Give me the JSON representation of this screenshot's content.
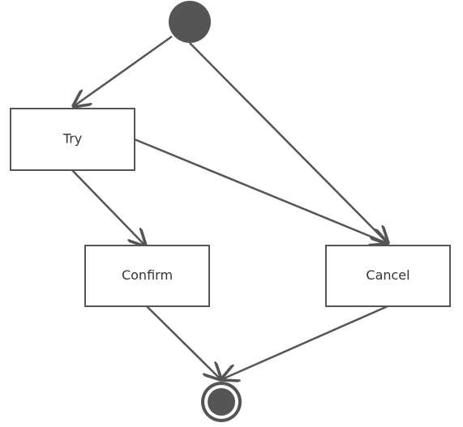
{
  "diagram": {
    "nodes": {
      "start": {
        "kind": "initial"
      },
      "try": {
        "kind": "action",
        "label": "Try"
      },
      "confirm": {
        "kind": "action",
        "label": "Confirm"
      },
      "cancel": {
        "kind": "action",
        "label": "Cancel"
      },
      "end": {
        "kind": "final"
      }
    },
    "edges": [
      {
        "from": "start",
        "to": "try"
      },
      {
        "from": "start",
        "to": "cancel"
      },
      {
        "from": "try",
        "to": "confirm"
      },
      {
        "from": "try",
        "to": "cancel"
      },
      {
        "from": "confirm",
        "to": "end"
      },
      {
        "from": "cancel",
        "to": "end"
      }
    ],
    "colors": {
      "stroke": "#555555",
      "node_fill": "#ffffff",
      "initial_fill": "#555555",
      "text": "#333333"
    }
  }
}
